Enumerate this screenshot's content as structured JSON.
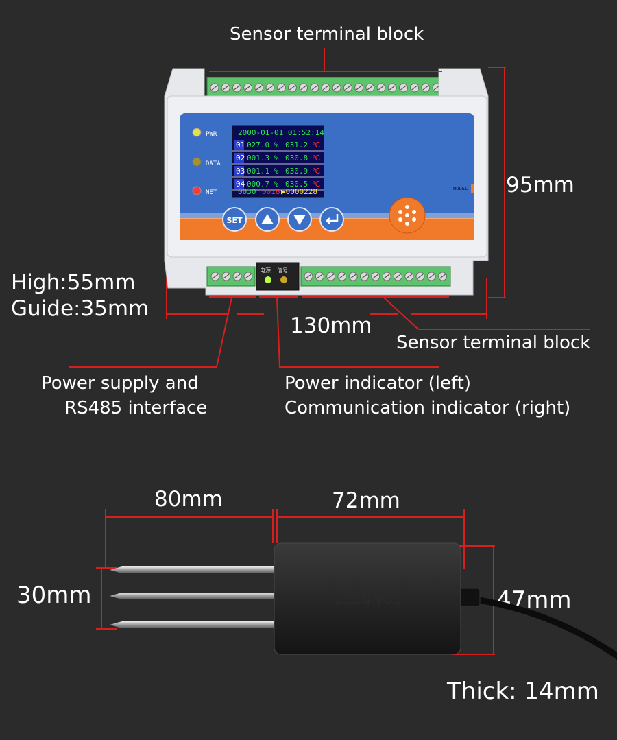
{
  "labels": {
    "sensor_terminal_top": "Sensor terminal block",
    "sensor_terminal_right": "Sensor terminal block",
    "height_95": "95mm",
    "high": "High:55mm",
    "guide": "Guide:35mm",
    "width_130": "130mm",
    "power_supply_line1": "Power supply and",
    "power_supply_line2": "RS485 interface",
    "indicator_line1": "Power indicator (left)",
    "indicator_line2": "Communication indicator (right)",
    "probe_80": "80mm",
    "probe_72": "72mm",
    "probe_30": "30mm",
    "probe_47": "47mm",
    "thick": "Thick: 14mm"
  },
  "device": {
    "leds": [
      "PWR",
      "DATA",
      "NET"
    ],
    "screen_time": "2000-01-01 01:52:14",
    "rows": [
      {
        "ch": "01",
        "hum": "027.0",
        "temp": "031.2"
      },
      {
        "ch": "02",
        "hum": "001.3",
        "temp": "030.8"
      },
      {
        "ch": "03",
        "hum": "001.1",
        "temp": "030.9"
      },
      {
        "ch": "04",
        "hum": "000.7",
        "temp": "030.5"
      }
    ],
    "hum_unit": "%",
    "temp_unit": "℃",
    "footer_a": "0030",
    "footer_b": "0018",
    "footer_c": "▶0000228",
    "set_button": "SET",
    "model_label": "MODEL",
    "terminal_label_1": "电源",
    "terminal_label_2": "信号"
  },
  "probe": {
    "brand": "SONBEST"
  },
  "colors": {
    "background": "#2b2b2b",
    "dimension_line": "#d62020",
    "panel_blue": "#3b6fc6",
    "panel_orange": "#f07a2a",
    "terminal_green": "#5cc46a"
  }
}
